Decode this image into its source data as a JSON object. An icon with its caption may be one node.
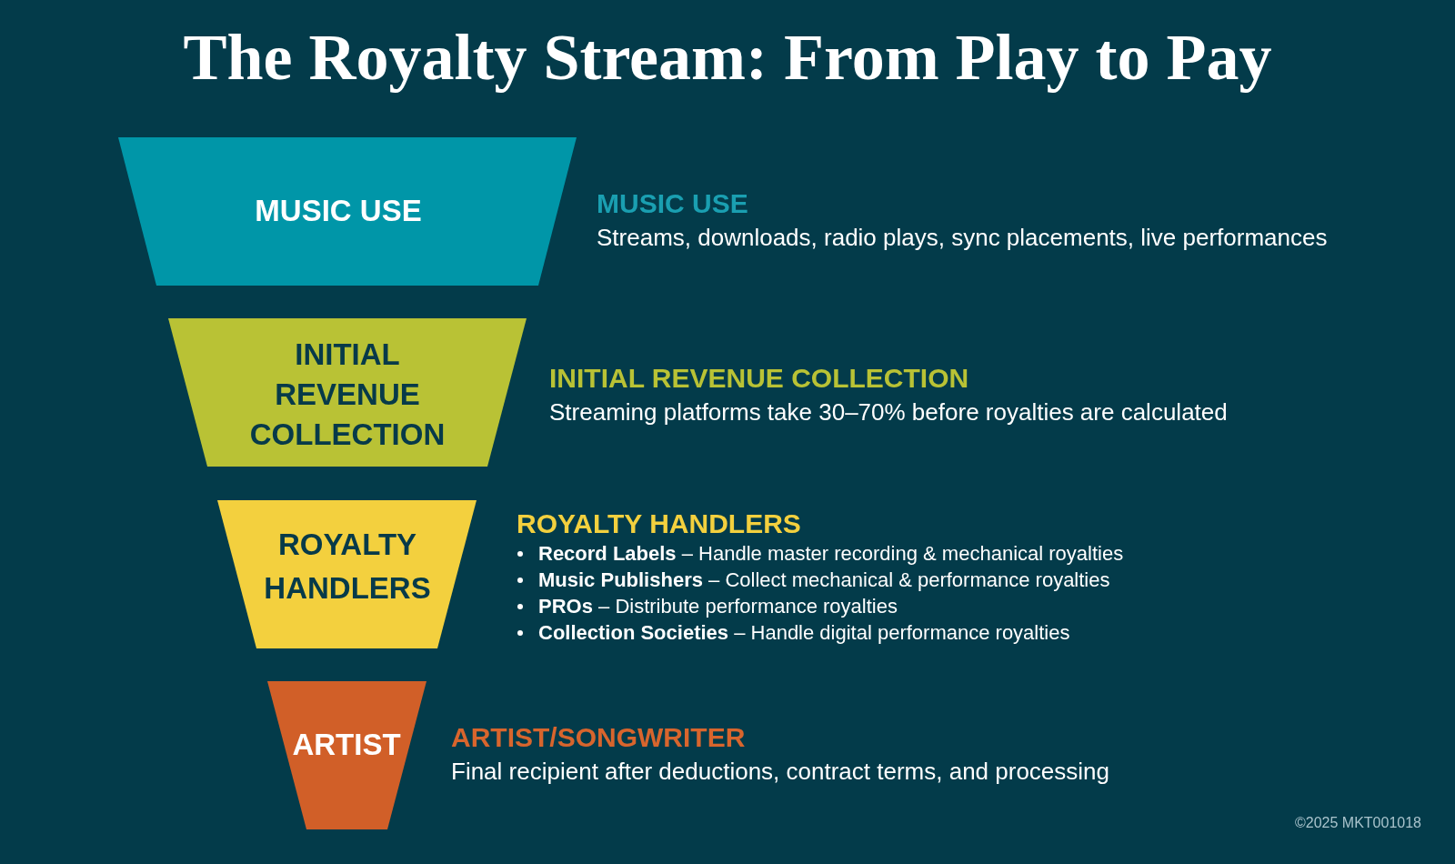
{
  "diagram": {
    "title": "The Royalty Stream: From Play to Pay",
    "nodes": [
      {
        "text": [
          "MUSIC USE"
        ],
        "beside": [
          "MUSIC USE",
          "Streams, downloads, radio plays, sync placements, live performances"
        ]
      },
      {
        "text": [
          "INITIAL REVENUE COLLECTION"
        ],
        "beside": [
          "INITIAL REVENUE COLLECTION",
          "Streaming platforms take 30–70% before royalties are calculated"
        ]
      },
      {
        "text": [
          "ROYALTY HANDLERS"
        ],
        "beside": [
          "ROYALTY HANDLERS",
          "**Record Labels** – Handle master recording & mechanical royalties",
          "**Music Publishers** – Collect mechanical & performance royalties",
          "**PROs** – Distribute performance royalties",
          "**Collection Societies** – Handle digital performance royalties"
        ]
      },
      {
        "text": [
          "ARTIST"
        ],
        "beside": [
          "ARTIST/SONGWRITER",
          "Final recipient after deductions, contract terms, and processing"
        ]
      }
    ],
    "labels": [
      "©2025 MKT001018"
    ]
  }
}
